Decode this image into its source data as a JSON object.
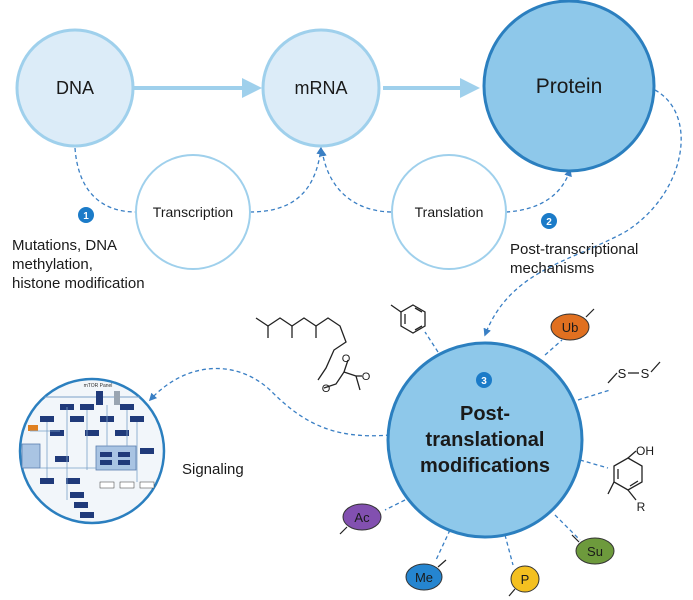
{
  "nodes": {
    "dna": "DNA",
    "mrna": "mRNA",
    "protein": "Protein",
    "transcription": "Transcription",
    "translation": "Translation",
    "ptm": [
      "Post-",
      "translational",
      "modifications"
    ]
  },
  "steps": {
    "one": {
      "number": "1",
      "lines": [
        "Mutations, DNA",
        "methylation,",
        "histone modification"
      ]
    },
    "two": {
      "number": "2",
      "lines": [
        "Post-transcriptional",
        "mechanisms"
      ]
    },
    "three": {
      "number": "3"
    }
  },
  "signaling": {
    "label": "Signaling",
    "panel_title": "mTOR Panel"
  },
  "modifications": {
    "ub": "Ub",
    "su": "Su",
    "p": "P",
    "me": "Me",
    "ac": "Ac",
    "phenol_oh": "OH",
    "phenol_r": "R",
    "disulfide": "S",
    "ester_o": "O"
  },
  "colors": {
    "light_circle_fill": "#dcecf8",
    "light_circle_stroke": "#9fd0ec",
    "protein_fill": "#8ec8ea",
    "protein_stroke": "#2b7fbf",
    "arrow": "#9fd0ec",
    "dashed": "#3a7fc4",
    "badge": "#1b7bc8",
    "ub": "#e07020",
    "su": "#6d9a3c",
    "p": "#f4c020",
    "me": "#2585d0",
    "ac": "#8250b0"
  }
}
